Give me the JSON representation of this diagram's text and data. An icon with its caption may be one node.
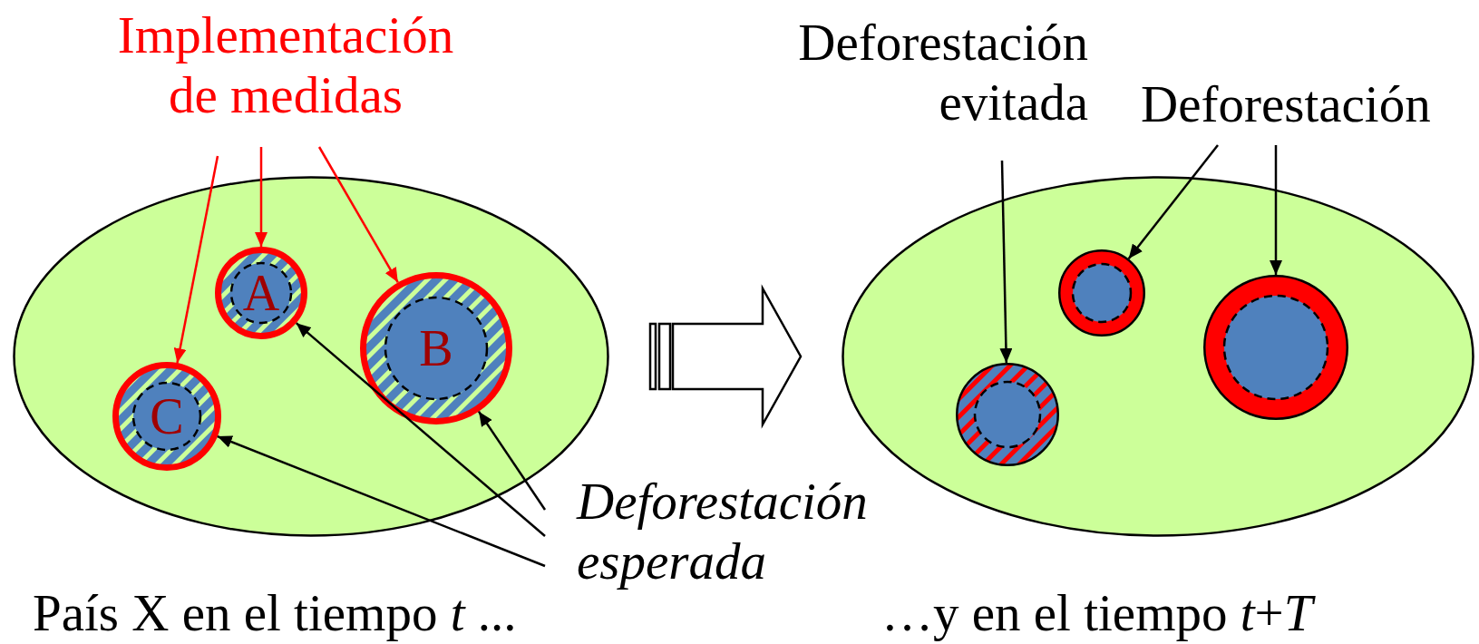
{
  "diagram": {
    "nodes": [
      {
        "text": [
          "Implementación de medidas"
        ]
      },
      {
        "text": [],
        "shape": "ellipse"
      },
      {
        "text": [
          "A"
        ],
        "in": 1
      },
      {
        "text": [
          "B"
        ],
        "in": 1
      },
      {
        "text": [
          "C"
        ],
        "in": 1
      },
      {
        "text": [
          "Deforestación esperada"
        ]
      },
      {
        "text": [
          "Deforestación evitada"
        ]
      },
      {
        "text": [
          "Deforestación"
        ]
      },
      {
        "text": [],
        "shape": "ellipse"
      },
      {
        "text": [],
        "shape": "circle",
        "in": 8
      },
      {
        "text": [],
        "shape": "circle",
        "in": 8
      },
      {
        "text": [],
        "shape": "circle",
        "in": 8
      }
    ],
    "edges": [
      {
        "from": 0,
        "to": 4,
        "arrow": "to",
        "color": "#ff0000"
      },
      {
        "from": 0,
        "to": 2,
        "arrow": "to",
        "color": "#ff0000"
      },
      {
        "from": 0,
        "to": 3,
        "arrow": "to",
        "color": "#ff0000"
      },
      {
        "from": 5,
        "to": 3,
        "arrow": "to"
      },
      {
        "from": 5,
        "to": 2,
        "arrow": "to"
      },
      {
        "from": 5,
        "to": 4,
        "arrow": "to"
      },
      {
        "from": 1,
        "to": 8,
        "arrow": "to",
        "style": "thick"
      },
      {
        "from": 6,
        "to": 9,
        "arrow": "to"
      },
      {
        "from": 7,
        "to": 10,
        "arrow": "to"
      },
      {
        "from": 7,
        "to": 11,
        "arrow": "to"
      }
    ],
    "labels": [
      "País X en el tiempo *t* ...",
      "…y en el tiempo *t*+*T*"
    ]
  }
}
